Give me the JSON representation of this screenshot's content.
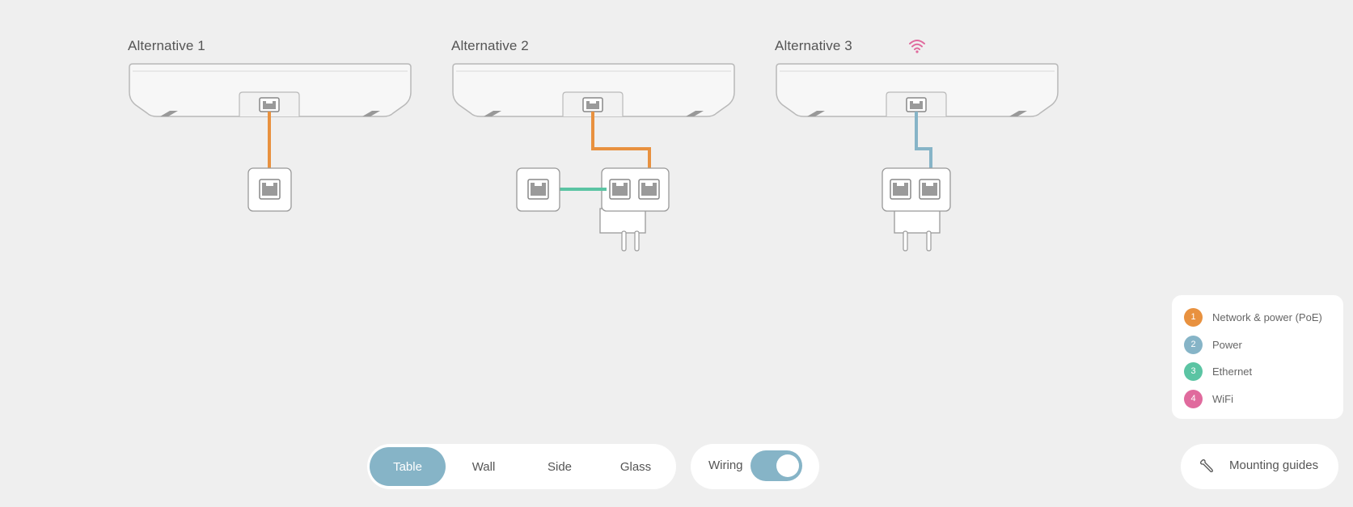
{
  "alternatives": [
    {
      "title": "Alternative 1"
    },
    {
      "title": "Alternative 2"
    },
    {
      "title": "Alternative 3",
      "badge_icon": "wifi-icon"
    }
  ],
  "legend": {
    "items": [
      {
        "num": "1",
        "label": "Network & power (PoE)",
        "color": "#e8913f"
      },
      {
        "num": "2",
        "label": "Power",
        "color": "#86b4c7"
      },
      {
        "num": "3",
        "label": "Ethernet",
        "color": "#5bc4a3"
      },
      {
        "num": "4",
        "label": "WiFi",
        "color": "#e06a9d"
      }
    ]
  },
  "view_switch": {
    "options": [
      "Table",
      "Wall",
      "Side",
      "Glass"
    ],
    "selected": "Table"
  },
  "wiring": {
    "label": "Wiring",
    "enabled": true
  },
  "mounting": {
    "label": "Mounting guides",
    "icon": "wrench-icon"
  },
  "colors": {
    "accent": "#86b4c7",
    "poe": "#e8913f",
    "power": "#86b4c7",
    "ethernet": "#5bc4a3",
    "wifi": "#e06a9d"
  }
}
